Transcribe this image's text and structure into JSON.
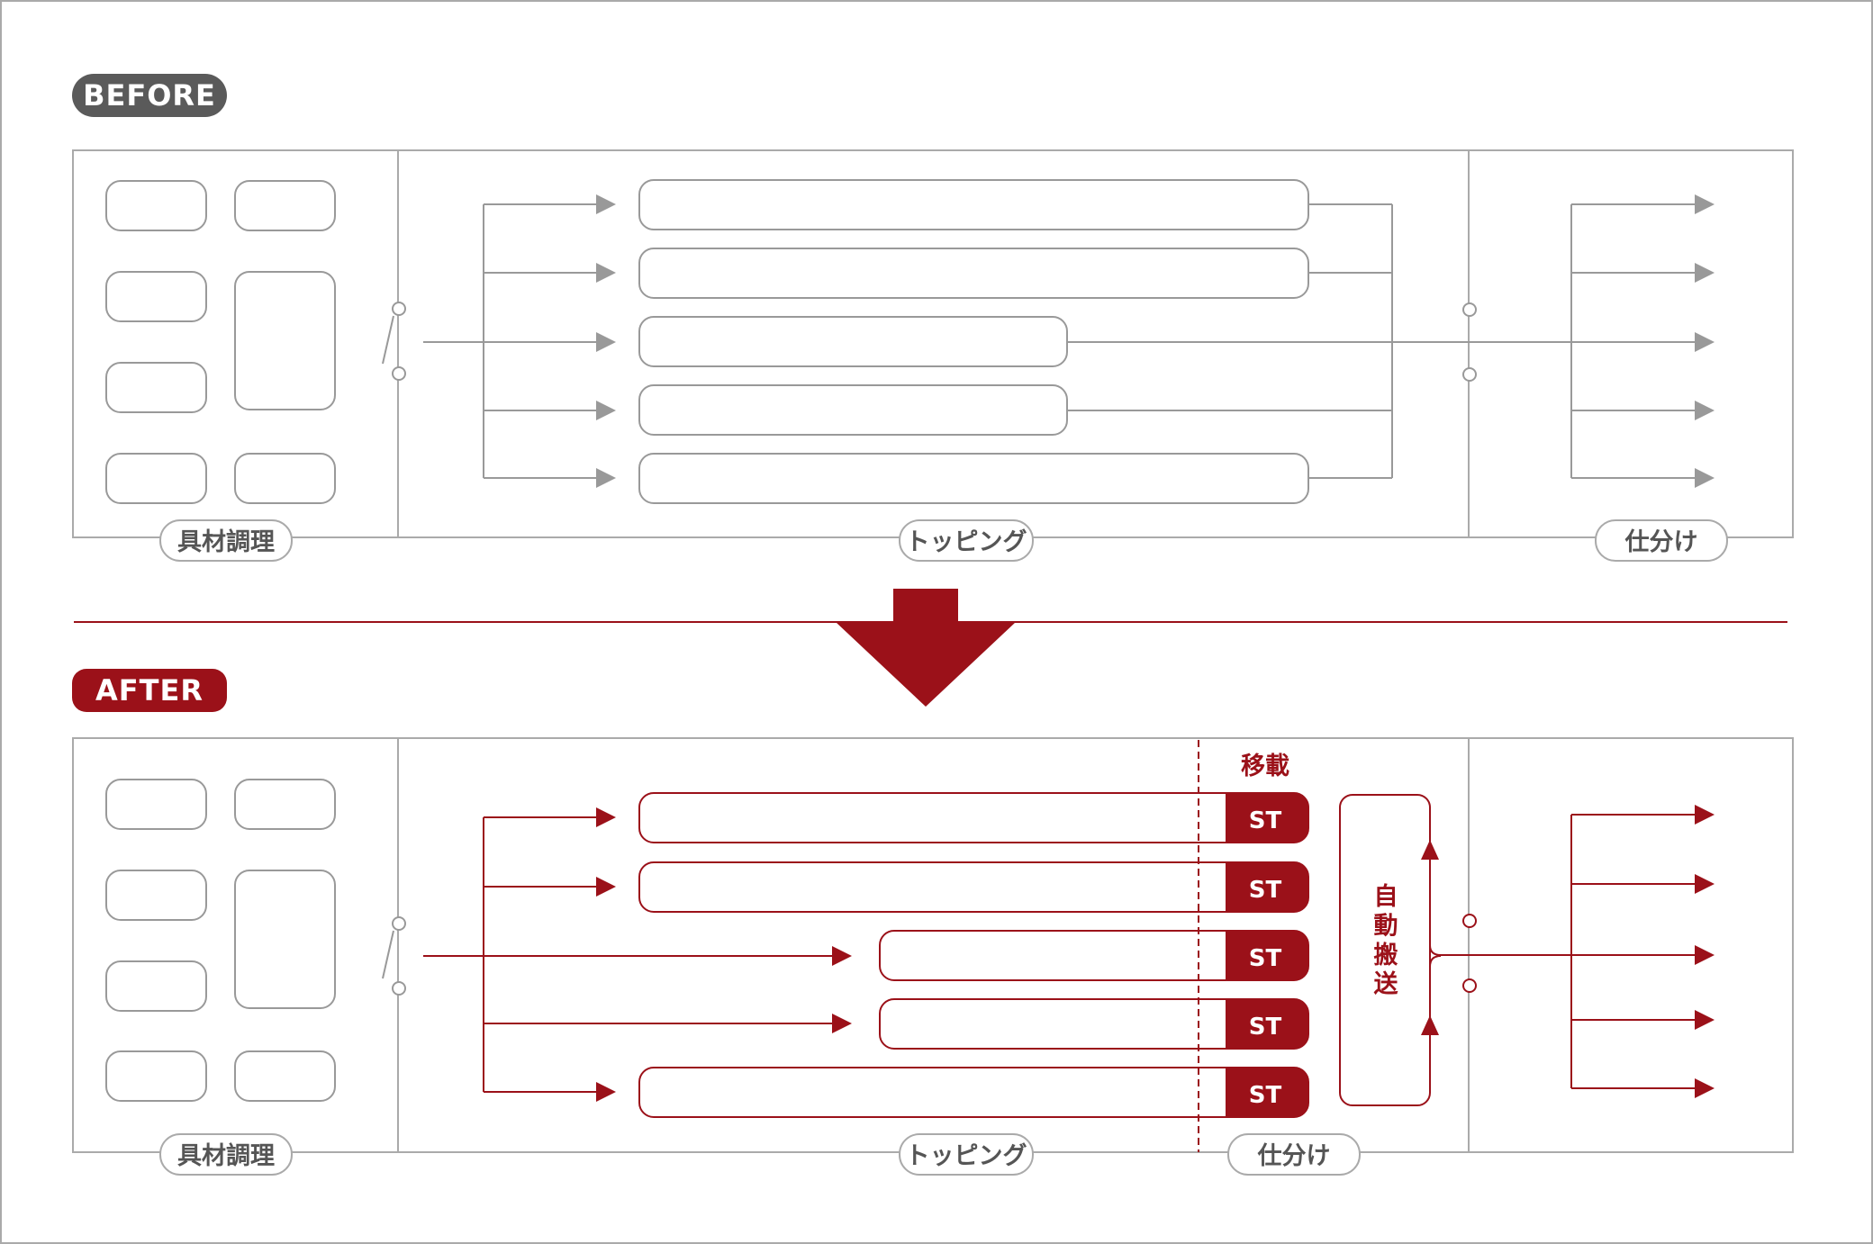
{
  "colors": {
    "gray_line": "#999999",
    "frame": "#aaaaaa",
    "before_badge": "#5a5a5a",
    "accent": "#9b1119",
    "label_text": "#555555"
  },
  "before": {
    "badge": "BEFORE",
    "stages": {
      "prep": "具材調理",
      "topping": "トッピング",
      "sorting": "仕分け"
    }
  },
  "after": {
    "badge": "AFTER",
    "stages": {
      "prep": "具材調理",
      "topping": "トッピング",
      "sorting": "仕分け"
    },
    "transfer_label": "移載",
    "station_label": "ST",
    "station_labels": [
      "ST",
      "ST",
      "ST",
      "ST",
      "ST"
    ],
    "auto_transport_label": "自動搬送"
  }
}
